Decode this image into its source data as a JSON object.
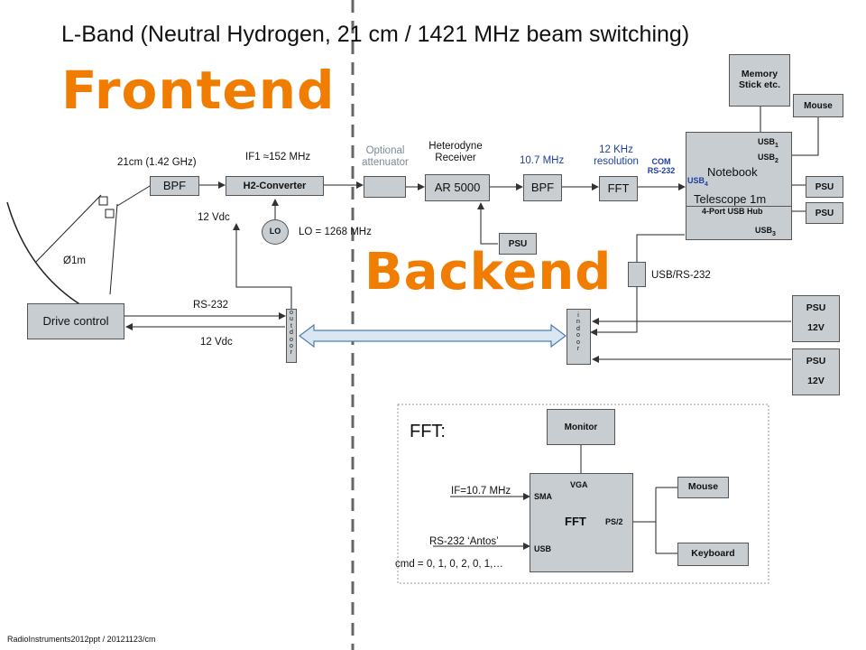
{
  "title": "L-Band (Neutral Hydrogen, 21 cm / 1421 MHz beam switching)",
  "headings": {
    "frontend": "Frontend",
    "backend": "Backend",
    "fft_section": "FFT:"
  },
  "boxes": {
    "bpf1": "BPF",
    "h2conv": "H2-Converter",
    "lo": "LO",
    "attenuator": "",
    "ar5000": "AR 5000",
    "bpf2": "BPF",
    "fft": "FFT",
    "psu_receiver": "PSU",
    "memory": "Memory Stick etc.",
    "mouse_top": "Mouse",
    "notebook": "Notebook",
    "telescope": "Telescope 1m",
    "usb_hub": "4-Port USB Hub",
    "psu_a": "PSU",
    "psu_b": "PSU",
    "usb_rs232_box": "",
    "drive_control": "Drive control",
    "outdoor": [
      "o",
      "u",
      "t",
      "d",
      "o",
      "o",
      "r"
    ],
    "indoor": [
      "i",
      "n",
      "d",
      "o",
      "o",
      "r"
    ],
    "psu12_1": "PSU",
    "psu12_1_v": "12V",
    "psu12_2": "PSU",
    "psu12_2_v": "12V",
    "monitor": "Monitor",
    "fft_pc": "FFT",
    "mouse_bottom": "Mouse",
    "keyboard": "Keyboard"
  },
  "labels": {
    "freq21": "21cm (1.42 GHz)",
    "if1_prefix": "IF1 ≈",
    "if1_value": "152 MHz",
    "optional": "Optional",
    "attenuator": "attenuator",
    "heterodyne": "Heterodyne",
    "receiver": "Receiver",
    "mhz107": "10.7 MHz",
    "khz12": "12 KHz",
    "resolution": "resolution",
    "com": "COM",
    "rs232_com": "RS-232",
    "usb_prefix": "USB",
    "usb1": "1",
    "usb2": "2",
    "usb3": "3",
    "usb4": "4",
    "vdc_top": "12 Vdc",
    "lo_freq": "LO = 1268 MHz",
    "dish_diameter": "Ø1m",
    "usb_rs232": "USB/RS-232",
    "rs232": "RS-232",
    "vdc_bottom": "12 Vdc",
    "vga": "VGA",
    "sma": "SMA",
    "ps2": "PS/2",
    "usb_pc": "USB",
    "if_input": "IF=10.7 MHz",
    "rs232_antos": "RS-232 ‘Antos’",
    "cmd": "cmd = 0, 1, 0, 2, 0, 1,…"
  },
  "footer": "RadioInstruments2012ppt / 20121123/cm",
  "colors": {
    "box_fill": "#c8cdd1",
    "accent_orange": "#f07c00",
    "label_blue": "#1f3f9f",
    "arrow_fill": "#dce6f2",
    "arrow_stroke": "#4a7fb0"
  }
}
